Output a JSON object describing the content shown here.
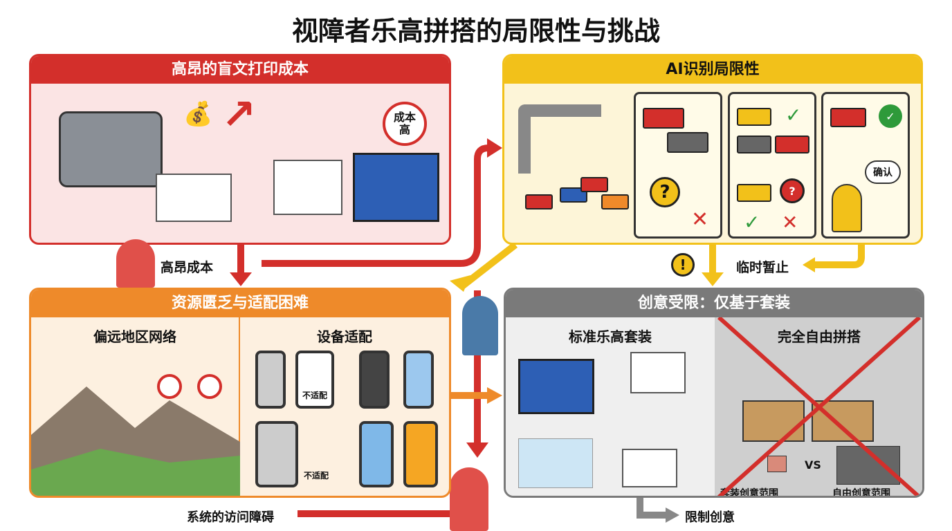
{
  "title": "视障者乐高拼搭的局限性与挑战",
  "panels": {
    "cost": {
      "title": "高昂的盲文打印成本",
      "badge": "成本高"
    },
    "ai": {
      "title": "AI识别局限性",
      "confirm": "确认"
    },
    "resources": {
      "title": "资源匮乏与适配困难",
      "left_title": "偏远地区网络",
      "right_title": "设备适配",
      "unfit_1": "不适配",
      "unfit_2": "不适配"
    },
    "creativity": {
      "title": "创意受限：仅基于套装",
      "left_title": "标准乐高套装",
      "right_title": "完全自由拼搭",
      "vs": "VS",
      "kit_range": "套装创意范围",
      "free_range": "自由创意范围"
    }
  },
  "flow_labels": {
    "high_cost": "高昂成本",
    "pause": "临时暂止",
    "access_barrier": "系统的访问障碍",
    "limit_creativity": "限制创意"
  },
  "colors": {
    "red": "#d32f2b",
    "yellow": "#f2c11a",
    "orange": "#ee8a2a",
    "gray": "#7a7a7a"
  }
}
